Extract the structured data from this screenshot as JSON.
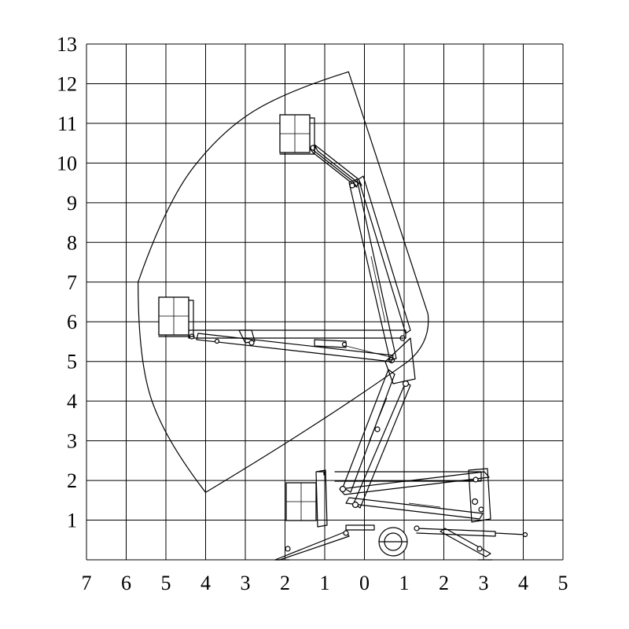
{
  "chart_data": {
    "type": "diagram",
    "x_ticks": [
      "7",
      "6",
      "5",
      "4",
      "3",
      "2",
      "1",
      "0",
      "1",
      "2",
      "3",
      "4",
      "5"
    ],
    "y_ticks": [
      "1",
      "2",
      "3",
      "4",
      "5",
      "6",
      "7",
      "8",
      "9",
      "10",
      "11",
      "12",
      "13"
    ],
    "xlim": [
      -7,
      5
    ],
    "ylim": [
      0,
      13
    ],
    "grid": true,
    "working_envelope": [
      [
        -4.0,
        1.7
      ],
      [
        -5.0,
        3.0
      ],
      [
        -5.7,
        5.0
      ],
      [
        -5.7,
        7.0
      ],
      [
        -5.0,
        9.0
      ],
      [
        -3.6,
        10.8
      ],
      [
        -2.0,
        11.8
      ],
      [
        -0.4,
        12.3
      ],
      [
        1.6,
        6.0
      ],
      [
        1.1,
        5.0
      ],
      [
        -1.0,
        3.5
      ]
    ],
    "basket_positions": [
      {
        "x": -2.1,
        "y": 10.9
      },
      {
        "x": -5.1,
        "y": 6.2
      },
      {
        "x": -1.9,
        "y": 1.2
      }
    ]
  }
}
